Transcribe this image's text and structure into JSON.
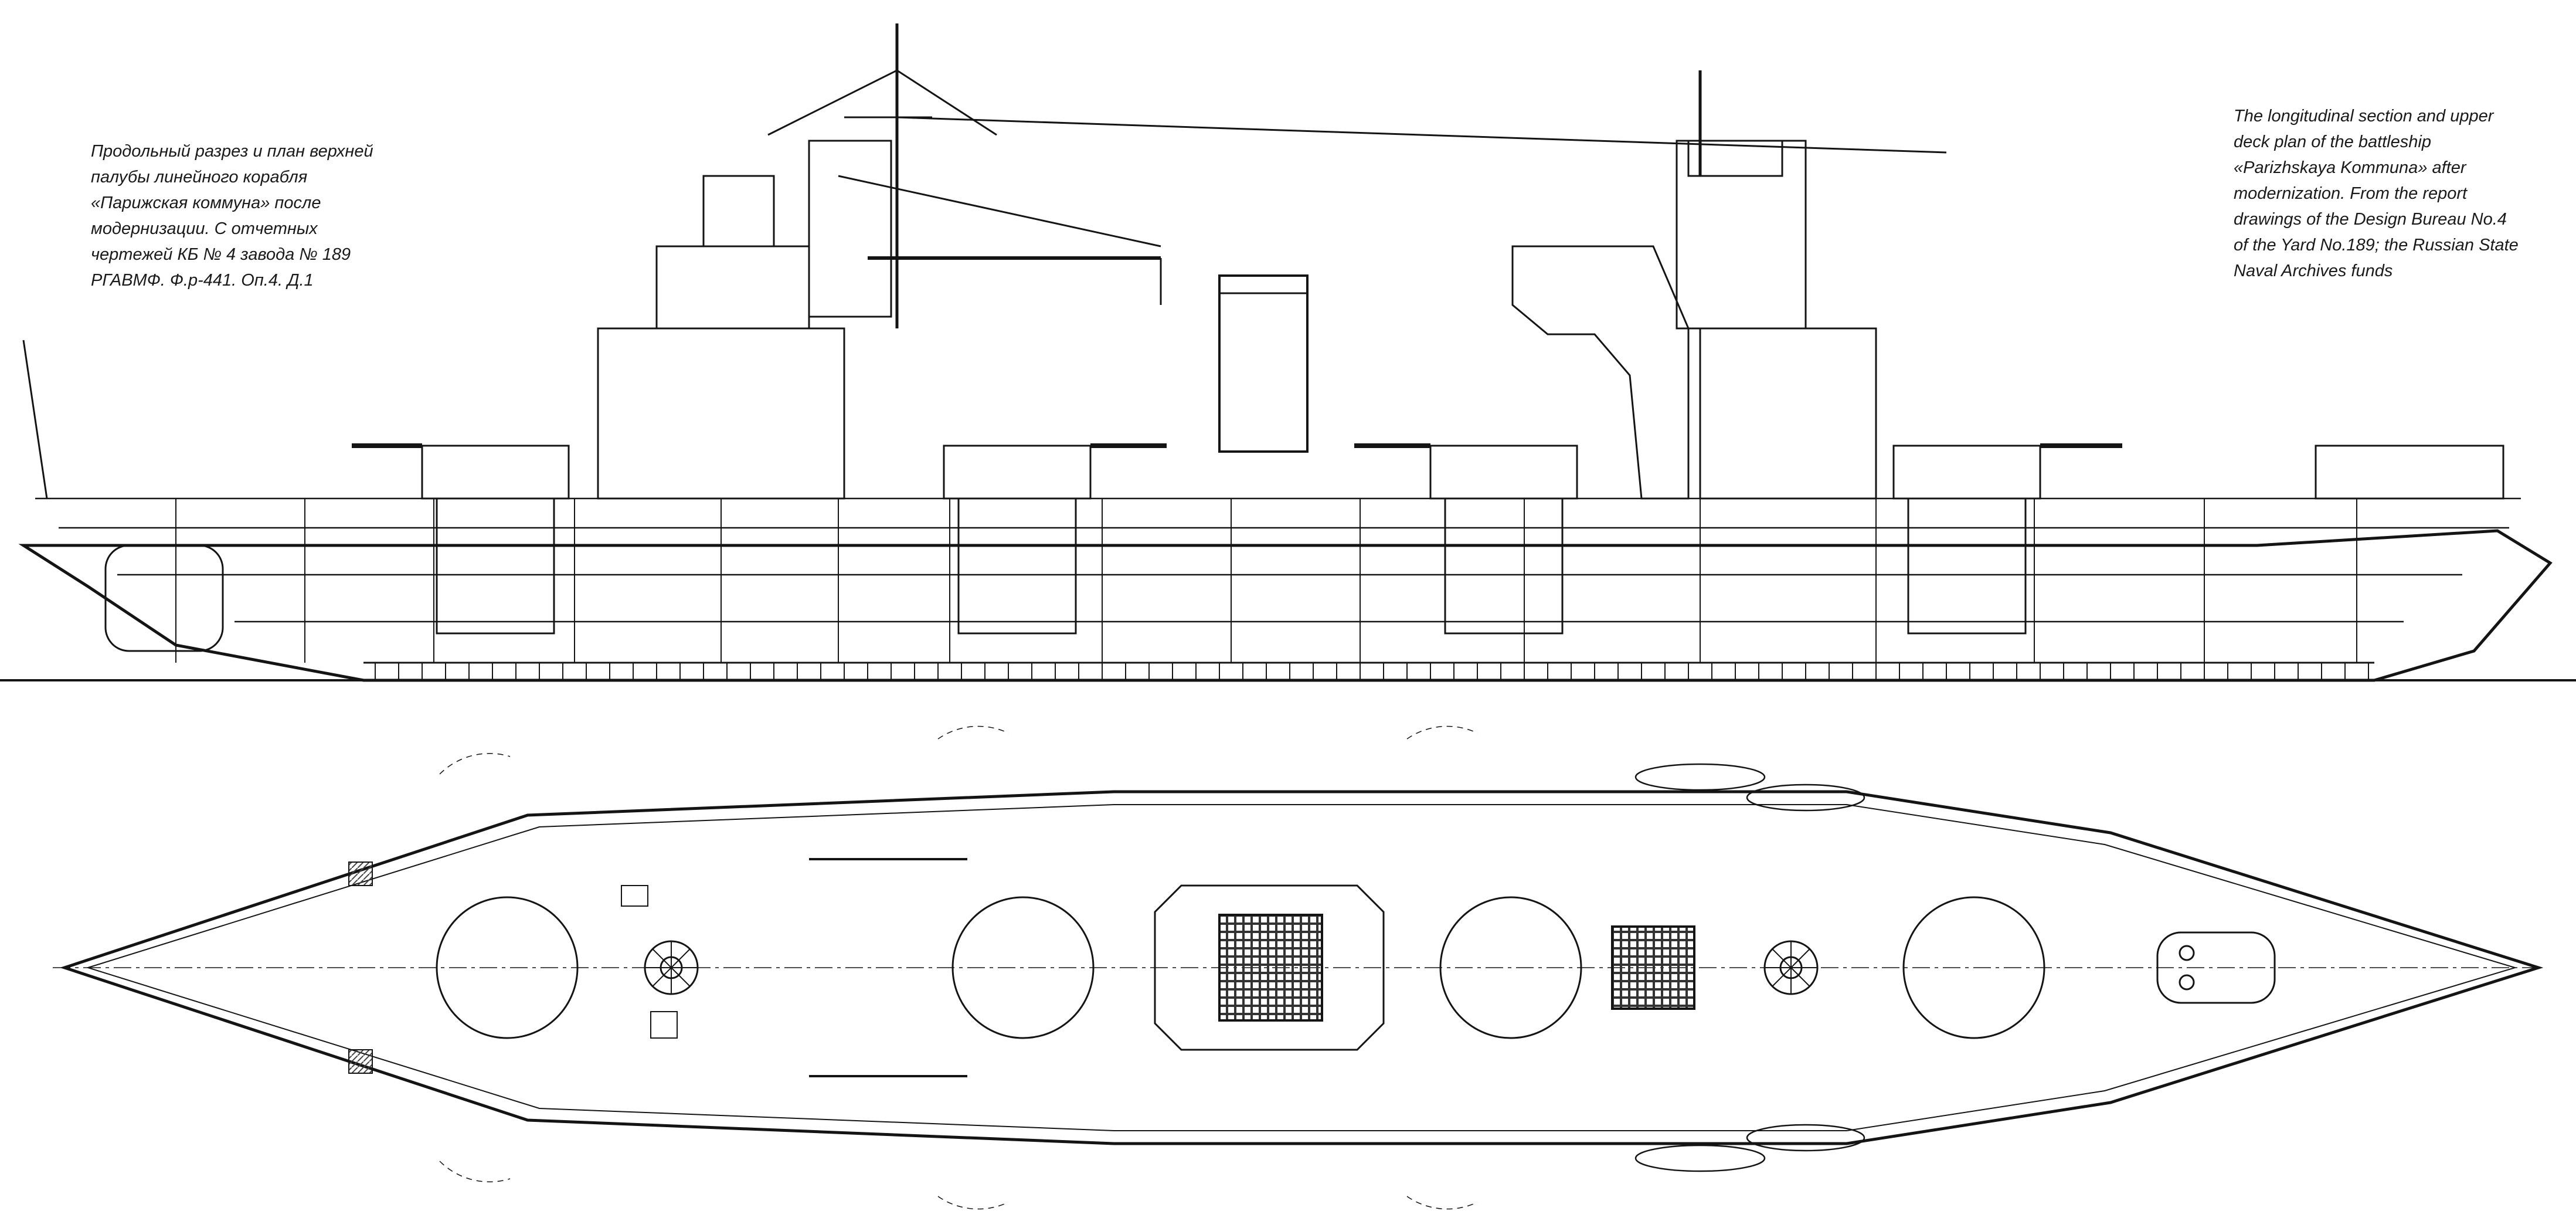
{
  "captions": {
    "russian": [
      "Продольный разрез и план верхней",
      "палубы линейного корабля",
      "«Парижская коммуна» после",
      "модернизации. С отчетных",
      "чертежей КБ № 4 завода № 189",
      "РГАВМФ. Ф.р-441. Оп.4. Д.1"
    ],
    "english": [
      "The longitudinal section and upper",
      "deck plan of the battleship",
      "«Parizhskaya Kommuna» after",
      "modernization. From the report",
      "drawings of the Design Bureau No.4",
      "of the Yard No.189; the Russian State",
      "Naval Archives funds"
    ]
  },
  "drawing": {
    "line_color": "#141414",
    "fill_color": "#ffffff",
    "hatch_color": "#333333"
  }
}
